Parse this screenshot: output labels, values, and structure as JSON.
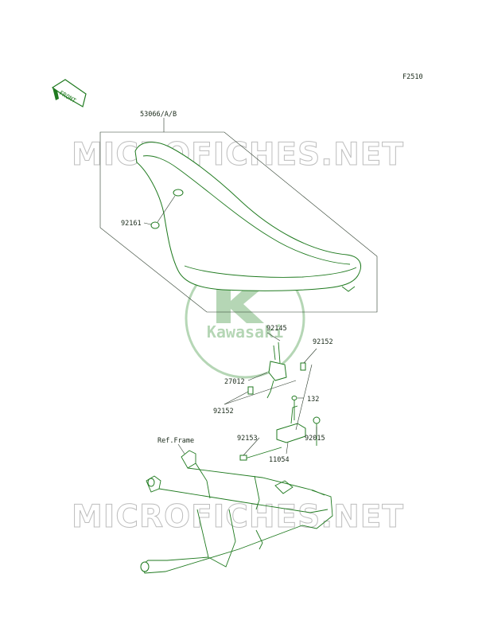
{
  "diagram": {
    "figure_code": "F2510",
    "front_label": "FRONT",
    "ref_frame_label": "Ref.Frame",
    "watermark_text": "MICROFICHES.NET",
    "logo_text": "Kawasaki",
    "accent_color": "#1f7a1f",
    "watermark_color": "#bdbdbd",
    "parts": [
      {
        "label": "53066/A/B"
      },
      {
        "label": "92161"
      },
      {
        "label": "92145"
      },
      {
        "label": "92152"
      },
      {
        "label": "27012"
      },
      {
        "label": "132"
      },
      {
        "label": "92152"
      },
      {
        "label": "92153"
      },
      {
        "label": "92015"
      },
      {
        "label": "11054"
      }
    ]
  }
}
